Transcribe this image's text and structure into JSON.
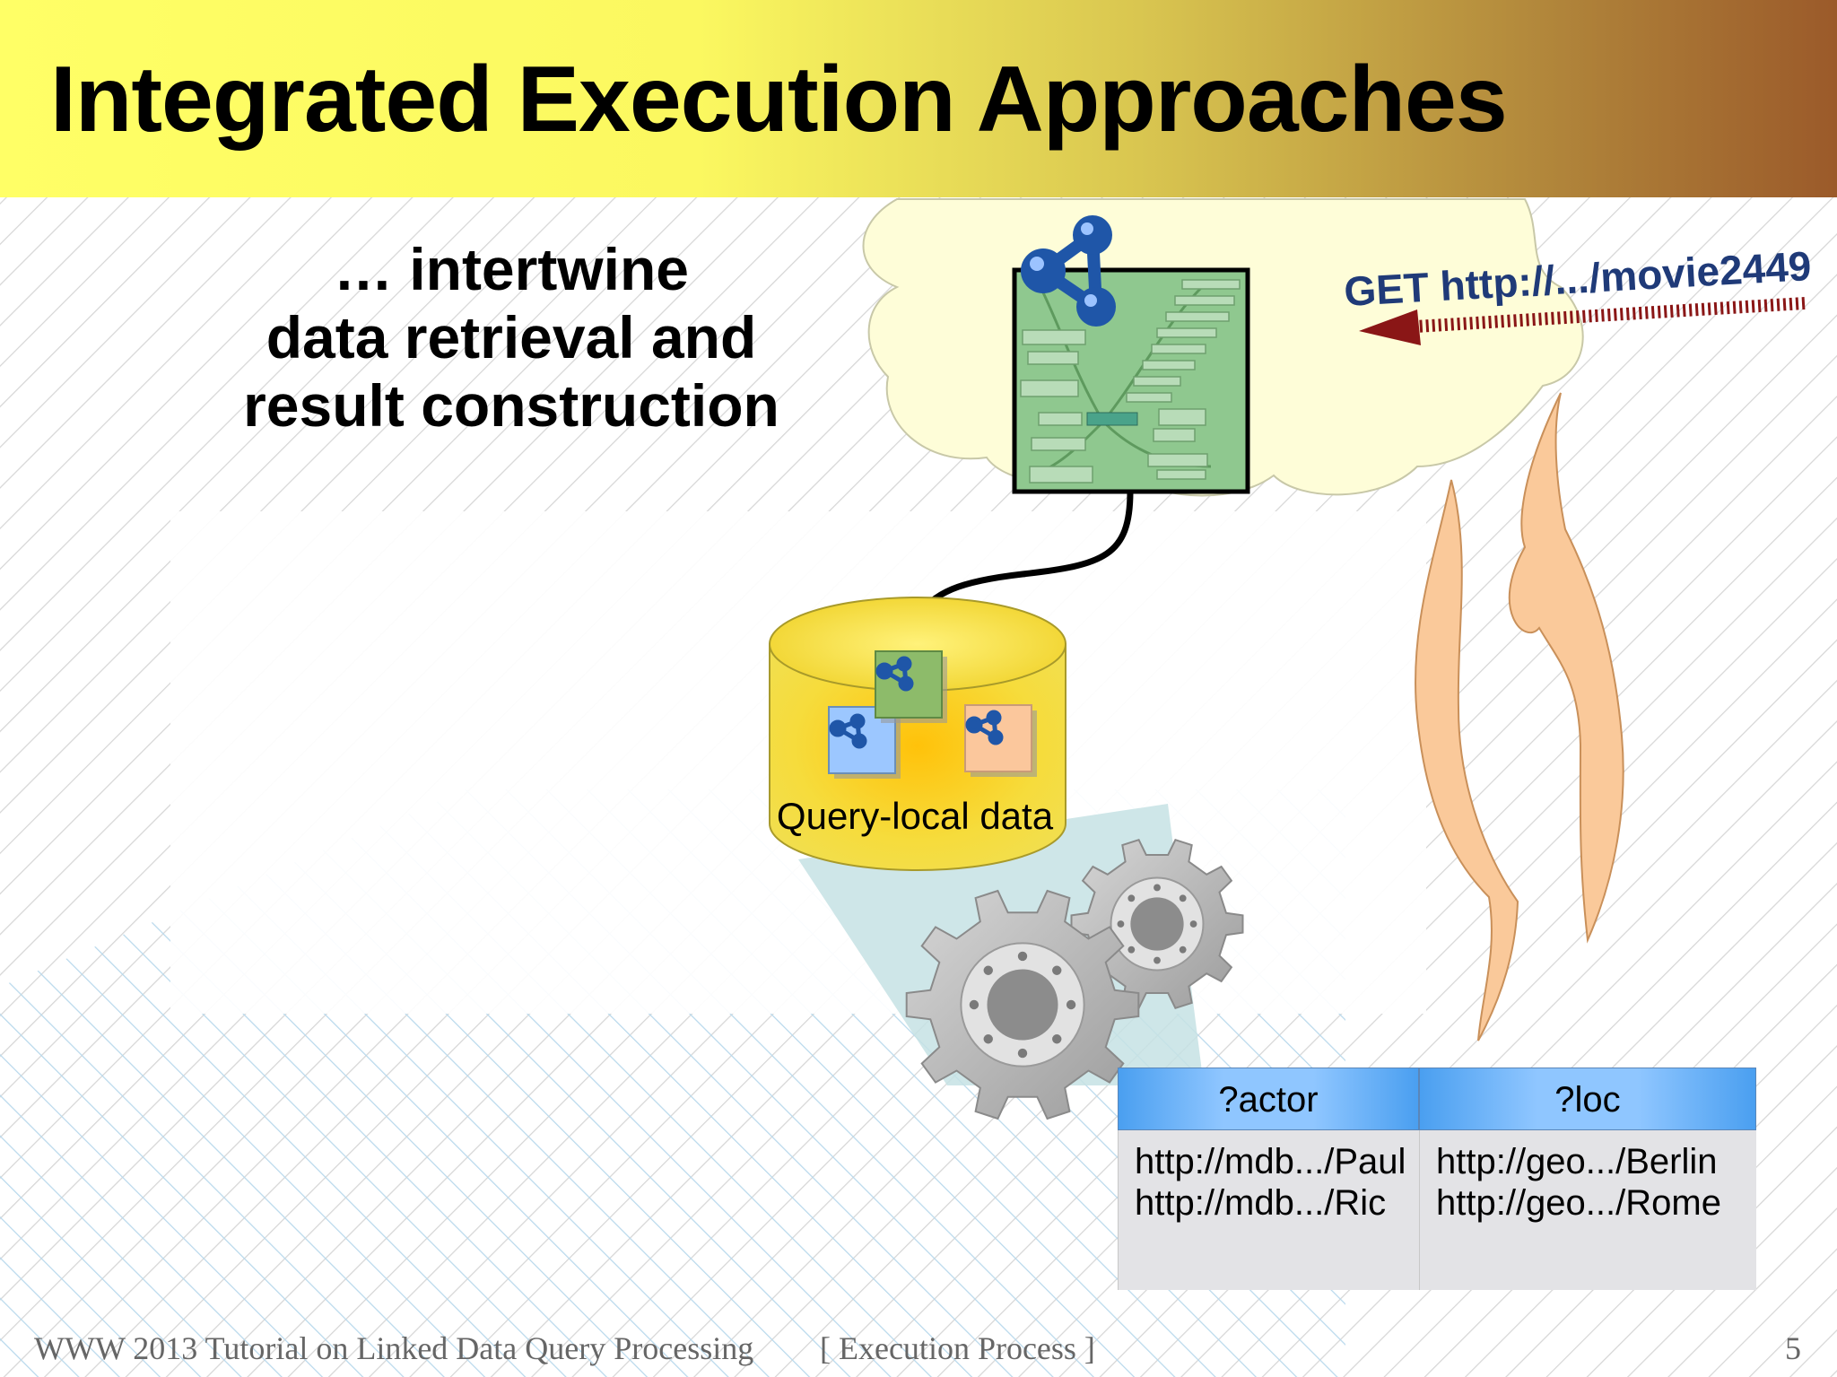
{
  "slide": {
    "title": "Integrated Execution Approaches",
    "statement_lines": [
      "… intertwine",
      "data retrieval and",
      "result construction"
    ],
    "http_request": "GET http://.../movie2449",
    "database_label": "Query-local data",
    "results_table": {
      "columns": [
        "?actor",
        "?loc"
      ],
      "rows": [
        [
          "http://mdb.../Paul",
          "http://geo.../Berlin"
        ],
        [
          "http://mdb.../Ric",
          "http://geo.../Rome"
        ]
      ]
    },
    "footer": {
      "left": "WWW 2013 Tutorial on Linked Data Query Processing",
      "center": "[ Execution Process ]",
      "page_number": "5"
    }
  },
  "colors": {
    "title_gradient_start": "#ffff66",
    "title_gradient_end": "#9b5a2a",
    "cloud_fill": "#fefdd8",
    "document_green": "#8fc88f",
    "rdf_logo_blue": "#1f56a8",
    "database_yellow": "#f5d933",
    "arrow_red": "#8a1616",
    "cycle_arrows": "#fac99a",
    "gear_gray": "#b4b4b4",
    "table_header_blue": "#6fb2ff",
    "table_body_gray": "#e3e3e6"
  },
  "icons": [
    "rdf-logo-icon",
    "gear-icon",
    "database-icon",
    "cycle-arrows-icon"
  ]
}
